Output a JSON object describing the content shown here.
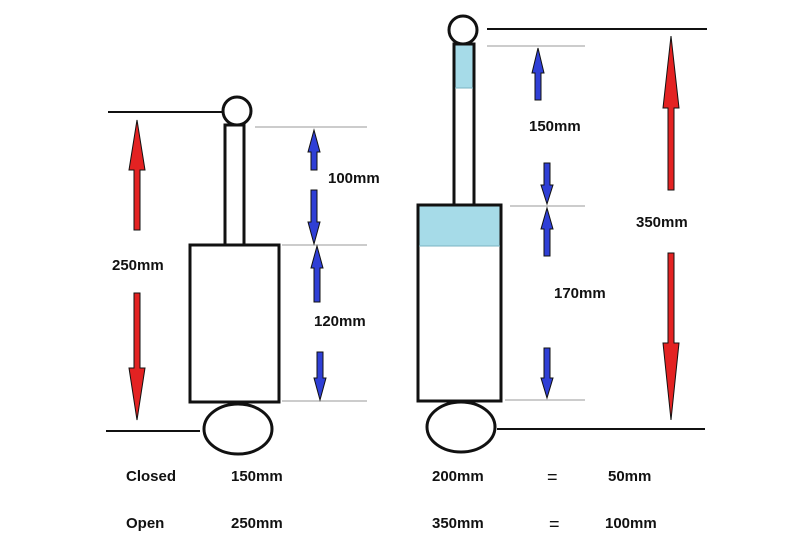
{
  "colors": {
    "red_arrow": "#e32222",
    "blue_arrow": "#2f3fd6",
    "fluid": "#a6dbe8",
    "outline": "#111111",
    "guide_line": "#9a9a9a"
  },
  "left_shock": {
    "total_label": "250mm",
    "shaft_label": "100mm",
    "body_label": "120mm"
  },
  "right_shock": {
    "total_label": "350mm",
    "shaft_label": "150mm",
    "body_label": "170mm"
  },
  "table": {
    "closed": {
      "label": "Closed",
      "left": "150mm",
      "middle": "200mm",
      "eq": "=",
      "result": "50mm"
    },
    "open": {
      "label": "Open",
      "left": "250mm",
      "middle": "350mm",
      "eq": "=",
      "result": "100mm"
    }
  }
}
